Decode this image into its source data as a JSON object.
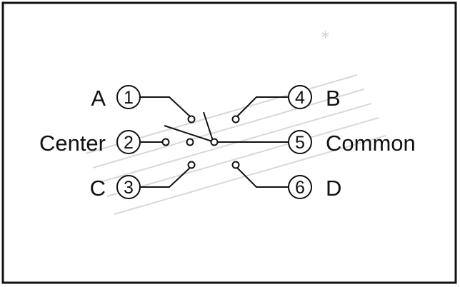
{
  "labels": {
    "a": "A",
    "b": "B",
    "center": "Center",
    "common": "Common",
    "c": "C",
    "d": "D"
  },
  "pins": {
    "p1": "1",
    "p2": "2",
    "p3": "3",
    "p4": "4",
    "p5": "5",
    "p6": "6"
  },
  "colors": {
    "ink": "#111111",
    "watermark": "#c9c9c9"
  }
}
